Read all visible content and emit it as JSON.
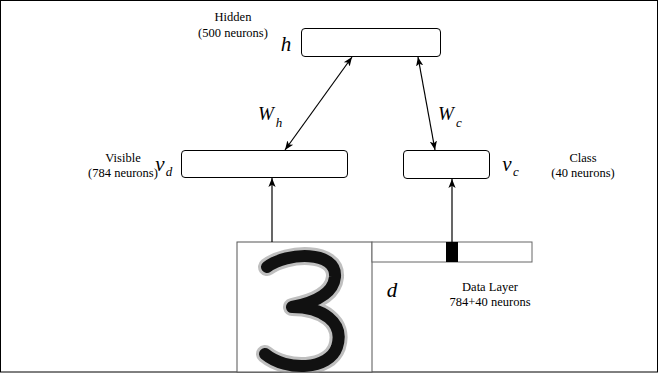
{
  "diagram": {
    "nodes": [
      {
        "text": [
          "Hidden",
          "(500 neurons)",
          "h"
        ]
      },
      {
        "text": [
          "Visible",
          "(784 neurons)",
          "v",
          "d"
        ]
      },
      {
        "text": [
          "Class",
          "(40 neurons)",
          "v",
          "c"
        ]
      },
      {
        "text": [
          "d",
          "Data Layer",
          "784+40 neurons"
        ]
      }
    ],
    "edges": [
      {
        "from": 0,
        "to": 1,
        "arrow": "both"
      },
      {
        "from": 0,
        "to": 2,
        "arrow": "both"
      },
      {
        "from": 3,
        "to": 1,
        "arrow": "to"
      },
      {
        "from": 3,
        "to": 2,
        "arrow": "to"
      }
    ],
    "labels": [
      "W",
      "h",
      "W",
      "c"
    ]
  }
}
